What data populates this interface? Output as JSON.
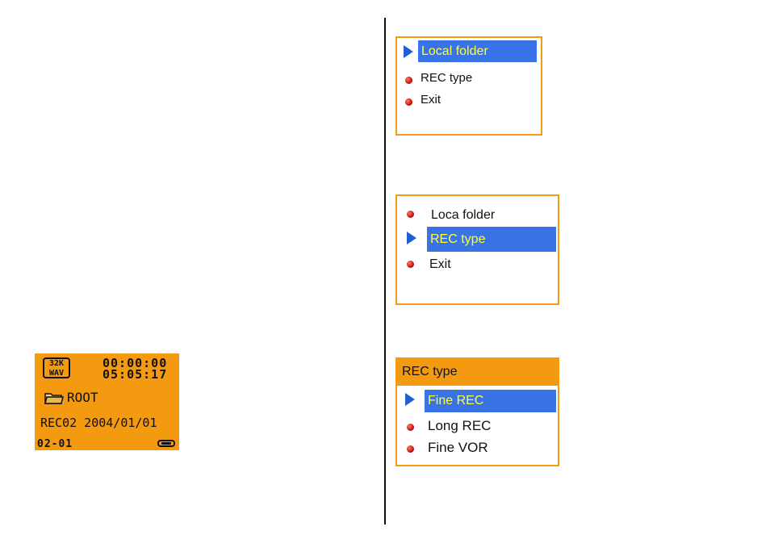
{
  "lcd": {
    "format": [
      "32K",
      "WAV"
    ],
    "time_elapsed": "00:00:00",
    "time_total": "05:05:17",
    "folder": "ROOT",
    "file_line": "REC02 2004/01/01",
    "track": "02-01",
    "icons": [
      "folder-icon",
      "battery-icon"
    ]
  },
  "menu1": {
    "items": [
      "Local folder",
      "REC type",
      "Exit"
    ],
    "selected_index": 0
  },
  "menu2": {
    "items": [
      "Loca folder",
      "REC type",
      "Exit"
    ],
    "selected_index": 1
  },
  "menu3": {
    "title": "REC type",
    "items": [
      "Fine REC",
      "Long REC",
      "Fine VOR"
    ],
    "selected_index": 0
  },
  "colors": {
    "lcd_orange": "#f39a11",
    "highlight_blue": "#3a73e6",
    "highlight_text": "#ffff3a",
    "pointer_blue": "#1f5fd6",
    "bullet_red": "#c8120c"
  }
}
